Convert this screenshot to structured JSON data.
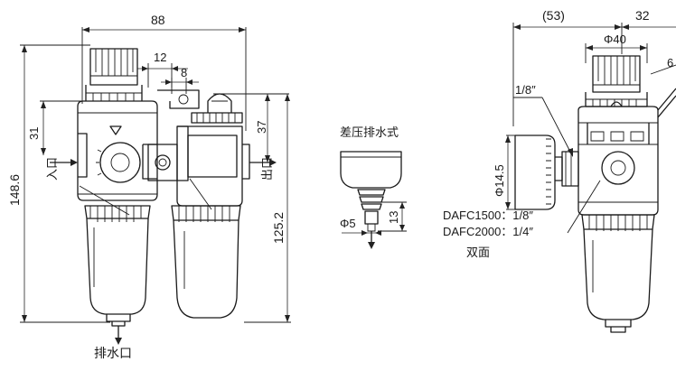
{
  "front_view": {
    "width": "88",
    "pitch_a": "12",
    "pitch_b": "8",
    "top_offset": "31",
    "port_offset": "37",
    "height_total": "148.6",
    "height_port": "125.2",
    "inlet": "入口",
    "outlet": "出口",
    "drain_port": "排水口"
  },
  "drain_detail": {
    "title": "差压排水式",
    "dia": "Φ5",
    "length": "13"
  },
  "side_view": {
    "span": "(53)",
    "offset": "32",
    "dia_body": "Φ40",
    "dia_gauge": "Φ14.5",
    "thread": "1/8″",
    "edge_digit": "6",
    "model_1500": "DAFC1500：1/8″",
    "model_2000": "DAFC2000：1/4″",
    "both_sides": "双面"
  }
}
